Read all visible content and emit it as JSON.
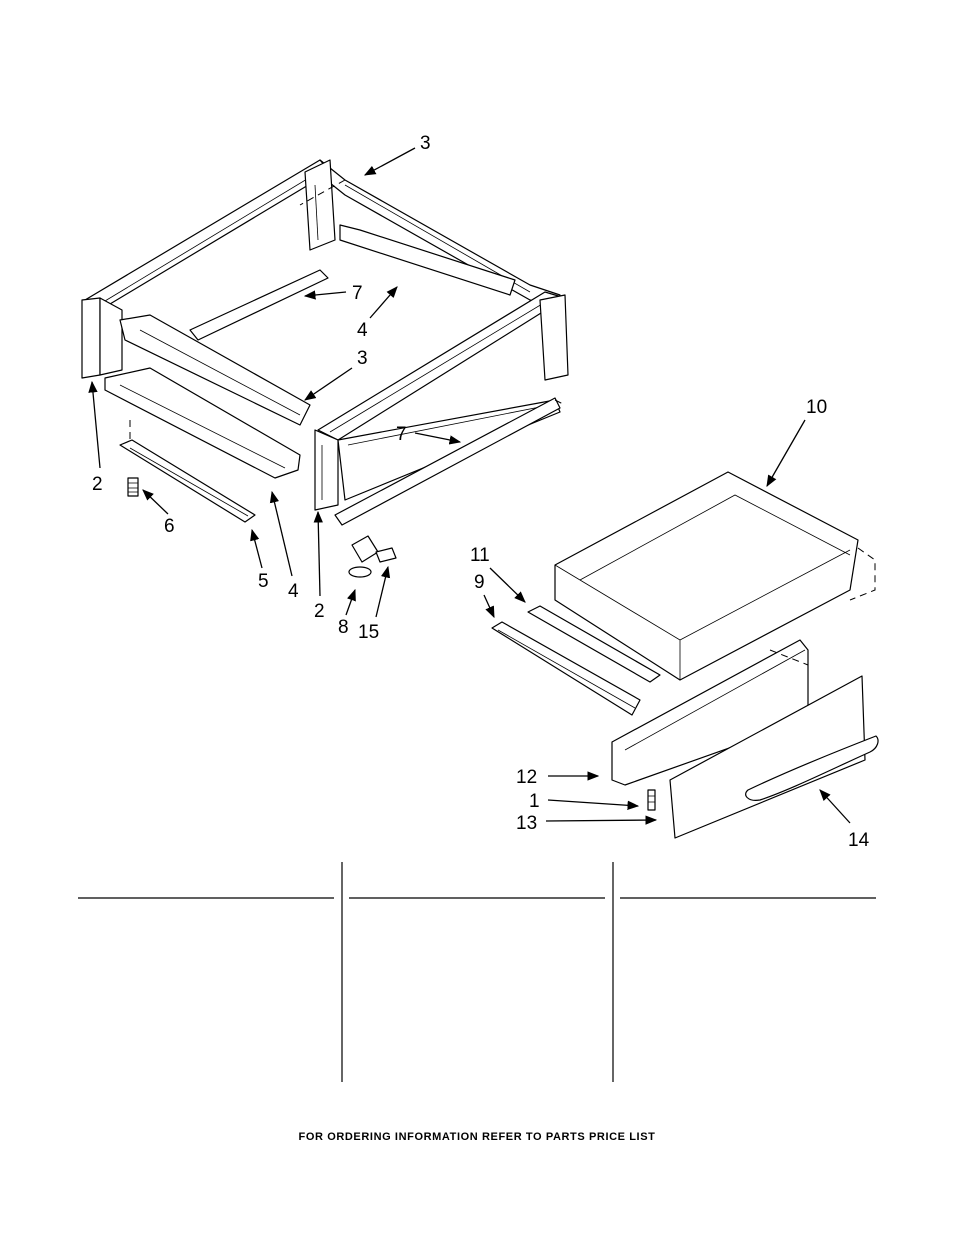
{
  "callouts": {
    "c3_top": "3",
    "c7_left": "7",
    "c4_mid": "4",
    "c3_mid": "3",
    "c7_right": "7",
    "c2_left": "2",
    "c6": "6",
    "c5": "5",
    "c4_low": "4",
    "c2_right": "2",
    "c8": "8",
    "c15": "15",
    "c10": "10",
    "c11": "11",
    "c9": "9",
    "c12": "12",
    "c1": "1",
    "c13": "13",
    "c14": "14"
  },
  "footer": "FOR ORDERING INFORMATION REFER TO PARTS PRICE LIST"
}
